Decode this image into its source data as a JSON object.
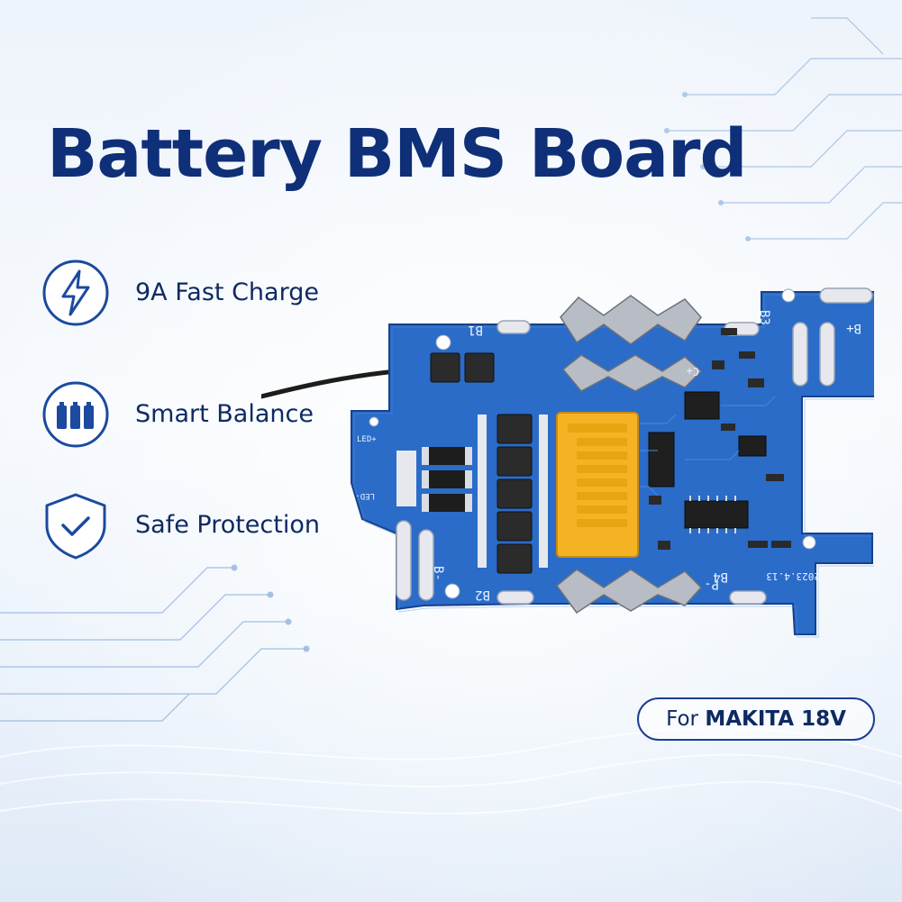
{
  "title": "Battery BMS Board",
  "features": [
    {
      "label": "9A Fast Charge",
      "icon": "lightning-icon"
    },
    {
      "label": "Smart Balance",
      "icon": "battery-cells-icon"
    },
    {
      "label": "Safe Protection",
      "icon": "shield-check-icon"
    }
  ],
  "badge": {
    "prefix": "For",
    "model": "MAKITA 18V"
  },
  "board": {
    "silkscreen": [
      "B1",
      "B2",
      "B3",
      "B4",
      "B+",
      "B-",
      "P-",
      "C+",
      "LED+",
      "LED-",
      "2023.4.13"
    ]
  },
  "colors": {
    "title": "#0f2f78",
    "pcb": "#1f5fbf",
    "connector": "#f5b323",
    "badge_border": "#1b3f8f"
  }
}
